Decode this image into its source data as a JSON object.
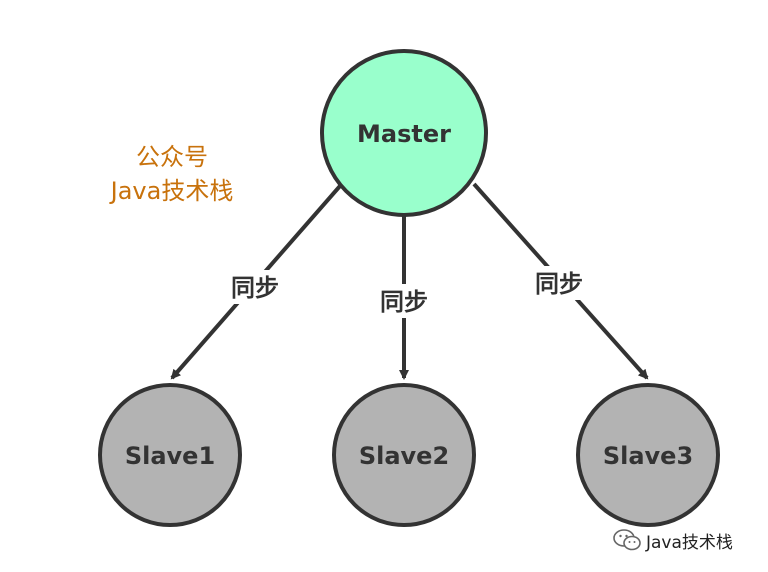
{
  "nodes": {
    "master": "Master",
    "slaves": [
      "Slave1",
      "Slave2",
      "Slave3"
    ]
  },
  "edges": {
    "label": "同步"
  },
  "watermark": {
    "line1": "公众号",
    "line2": "Java技术栈"
  },
  "credit": {
    "icon": "wechat-icon",
    "text": "Java技术栈"
  },
  "colors": {
    "master_fill": "#99ffcc",
    "slave_fill": "#b3b3b3",
    "stroke": "#333333",
    "watermark": "#c8720c"
  }
}
